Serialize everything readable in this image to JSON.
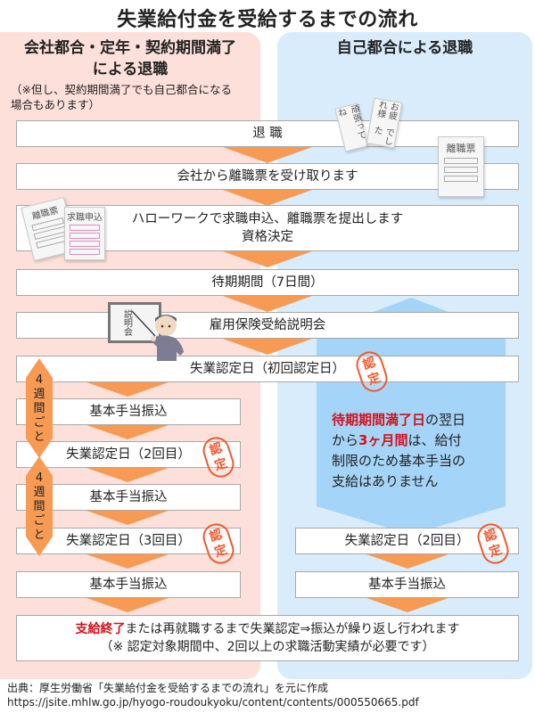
{
  "title": "失業給付金を受給するまでの流れ",
  "colors": {
    "left_panel": "#fde0da",
    "right_panel": "#d8ecfb",
    "arrow": "#f79a53",
    "blue_arrow": "#a4d4f7",
    "highlight_red": "#d0121b",
    "stamp": "#ef5a2e"
  },
  "left": {
    "heading_line1": "会社都合・定年・契約期間満了",
    "heading_line2": "による退職",
    "note_line1": "（※但し、契約期間満了でも自己都合になる",
    "note_line2": "場合もあります）"
  },
  "right": {
    "heading": "自己都合による退職"
  },
  "steps": {
    "retire": "退 職",
    "receive_form": "会社から離職票を受け取ります",
    "hellowork_line1": "ハローワークで求職申込、離職票を提出します",
    "hellowork_line2": "資格決定",
    "waiting": "待期期間（7日間）",
    "briefing": "雇用保険受給説明会",
    "first_cert": "失業認定日（初回認定日）",
    "payment_1": "基本手当振込",
    "cert_2": "失業認定日（2回目）",
    "payment_2": "基本手当振込",
    "cert_3": "失業認定日（3回目）",
    "payment_3": "基本手当振込",
    "right_cert_2": "失業認定日（2回目）",
    "right_payment": "基本手当振込"
  },
  "restriction": {
    "part1_red": "待期期間満了日",
    "part2": "の翌日",
    "part3": "から",
    "part4_red": "3ヶ月間",
    "part5": "は、給付",
    "line3": "制限のため基本手当の",
    "line4": "支給はありません"
  },
  "final": {
    "red": "支給終了",
    "rest": "または再就職するまで失業認定⇒振込が繰り返し行われます",
    "note": "（※ 認定対象期間中、2回以上の求職活動実績が必要です）"
  },
  "week_label": {
    "num": "4",
    "c1": "週",
    "c2": "間",
    "c3": "ご",
    "c4": "と"
  },
  "stamp": {
    "c1": "認",
    "c2": "定"
  },
  "illustrations": {
    "card1": "頑張ってね",
    "card2_a": "お疲れ様",
    "card2_b": "でした",
    "form_title": "離職票",
    "job_form_title": "求職申込",
    "board_text": "説明会"
  },
  "footer": {
    "source": "出典：厚生労働省「失業給付金を受給するまでの流れ」を元に作成",
    "url": "https://jsite.mhlw.go.jp/hyogo-roudoukyoku/content/contents/000550665.pdf"
  }
}
